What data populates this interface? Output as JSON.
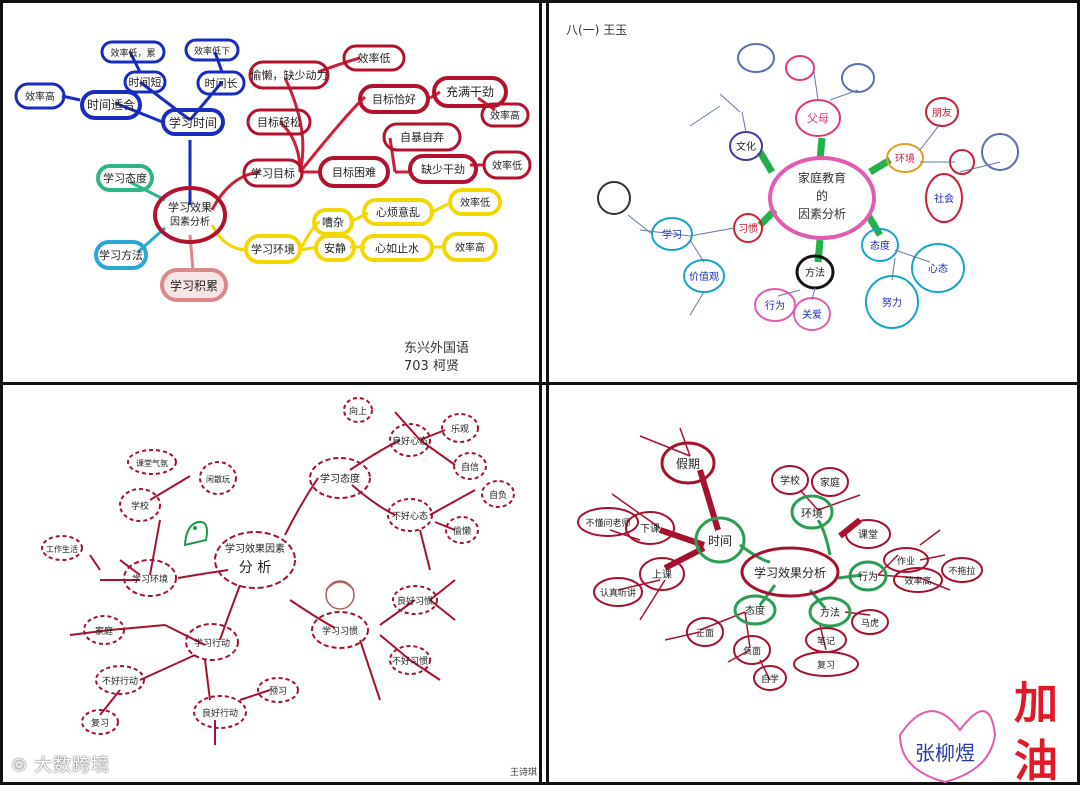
{
  "watermark": "大数跨境",
  "panels": {
    "tl": {
      "title": "学习效果因素分析",
      "signature_lines": [
        "东兴外国语",
        "703 柯贤"
      ],
      "nodes": {
        "center": "学习效果因素分析",
        "time": "学习时间",
        "time_short": "时间短",
        "time_long": "时间长",
        "time_fit": "时间适合",
        "eff_high_1": "效率高",
        "time_short_note": "效率低，累",
        "time_long_note": "效率低下",
        "goal": "学习目标",
        "lazy": "偷懒，缺少动力",
        "goal_easy": "目标轻松",
        "goal_good": "目标恰好",
        "goal_hard": "目标困难",
        "eff_low_1": "效率低",
        "full_drive": "充满干劲",
        "eff_high_2": "效率高",
        "give_up": "自暴自弃",
        "lack_drive": "缺少干劲",
        "eff_low_2": "效率低",
        "attitude": "学习态度",
        "method": "学习方法",
        "accum": "学习积累",
        "env": "学习环境",
        "noisy": "嘈杂",
        "quiet": "安静",
        "upset": "心烦意乱",
        "calm": "心如止水",
        "eff_low_3": "效率低",
        "eff_high_3": "效率高"
      }
    },
    "tr": {
      "header": "八(一) 王玉",
      "center": [
        "家庭教育",
        "的",
        "因素分析"
      ],
      "nodes": {
        "env": "环境",
        "parents": "父母",
        "cult": "文化",
        "society": "社会",
        "model": "方法",
        "habit": "习惯",
        "family": "学习",
        "attitude": "态度",
        "values": "价值观",
        "behavior": "行为",
        "care": "关爱",
        "effort": "努力",
        "mind": "心态",
        "friends": "朋友"
      }
    },
    "bl": {
      "signature": "王诗琪",
      "nodes": {
        "center_top": "学习效果因素",
        "center_bottom": "分 析",
        "attitude": "学习态度",
        "good_mind": "良好心态",
        "bad_mind": "不好心态",
        "up": "向上",
        "optimistic": "乐观",
        "confident": "自信",
        "self_neg": "自负",
        "lazy": "偷懒",
        "env": "学习环境",
        "school": "学校",
        "home": "家庭",
        "class_air": "课堂气氛",
        "idle": "闲散玩",
        "work_life": "工作生活",
        "action": "学习行动",
        "good_action": "良好行动",
        "bad_action": "不好行动",
        "review": "复习",
        "preview": "预习",
        "habit": "学习习惯",
        "good_habit": "良好习惯",
        "bad_habit": "不好习惯"
      }
    },
    "br": {
      "signature": "张柳煜",
      "cheer": "加油",
      "nodes": {
        "center": "学习效果分析",
        "time": "时间",
        "holiday": "假期",
        "env": "环境",
        "school": "学校",
        "home": "家庭",
        "class": "课堂",
        "lesson": "上课",
        "after": "下课",
        "attitude": "态度",
        "method": "方法",
        "action": "行为",
        "homework": "作业",
        "efficient": "效率高",
        "procrast": "不拖拉",
        "positive": "正面",
        "negative": "负面",
        "listen": "认真听讲",
        "question": "不懂问老师",
        "notes": "笔记",
        "careless": "马虎",
        "review": "复习",
        "self": "自学"
      }
    }
  }
}
